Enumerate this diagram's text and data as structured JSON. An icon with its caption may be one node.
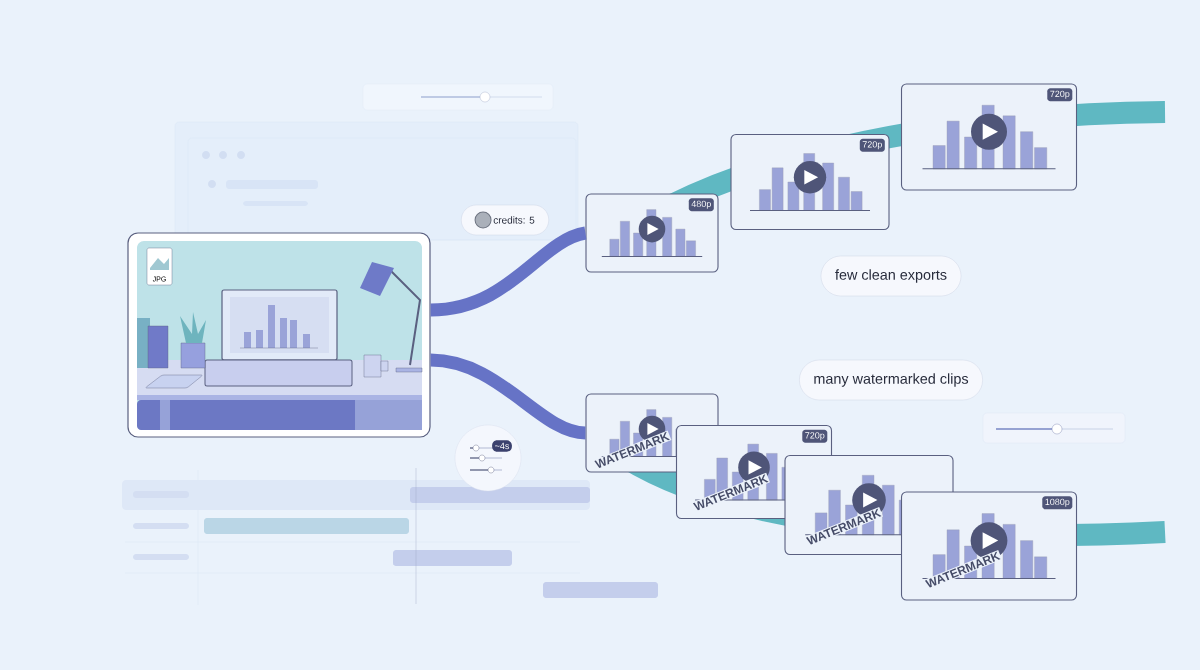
{
  "diagram": {
    "nodes": [
      {
        "text": [
          "JPG"
        ]
      },
      {
        "text": [
          "480p"
        ]
      },
      {
        "text": [
          "720p"
        ]
      },
      {
        "text": [
          "720p"
        ]
      },
      {
        "text": [],
        "shape": "picture"
      },
      {
        "text": [
          "720p"
        ]
      },
      {
        "text": [],
        "shape": "picture"
      },
      {
        "text": [
          "1080p"
        ]
      },
      {
        "text": [
          "few clean exports"
        ]
      },
      {
        "text": [
          "many watermarked clips"
        ]
      },
      {
        "text": [
          "credits: 5"
        ]
      },
      {
        "text": [
          "~4s"
        ]
      }
    ],
    "edges": [
      {
        "from": 0,
        "to": 1,
        "arrow": "none"
      },
      {
        "from": 0,
        "to": 4,
        "arrow": "none"
      }
    ],
    "labels": [
      "WATERMARK",
      "WATERMARK",
      "WATERMARK",
      "WATERMARK"
    ]
  }
}
